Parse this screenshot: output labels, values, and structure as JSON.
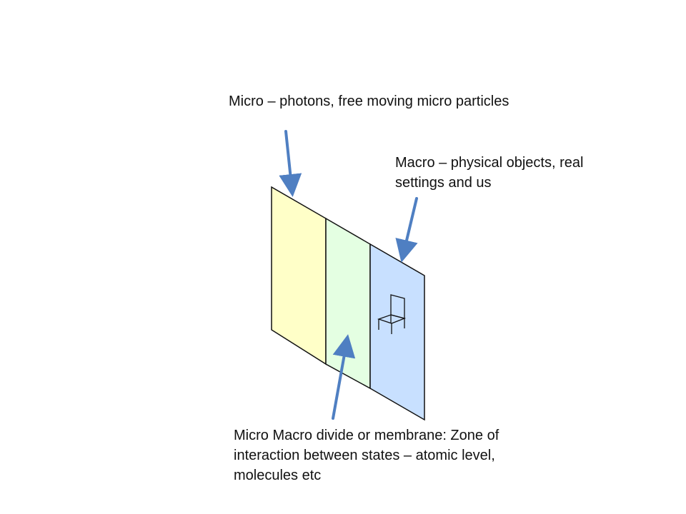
{
  "labels": {
    "micro": "Micro – photons, free moving micro particles",
    "macro": "Macro – physical objects, real settings and us",
    "divide": "Micro Macro divide or membrane: Zone of interaction between states – atomic level, molecules etc"
  },
  "icons": {
    "chair": "chair-icon"
  },
  "colors": {
    "micro_panel": "#ffffc8",
    "divide_panel": "#e4ffe2",
    "macro_panel": "#c8e0ff",
    "arrow": "#4f7fc2",
    "outline": "#111111"
  }
}
